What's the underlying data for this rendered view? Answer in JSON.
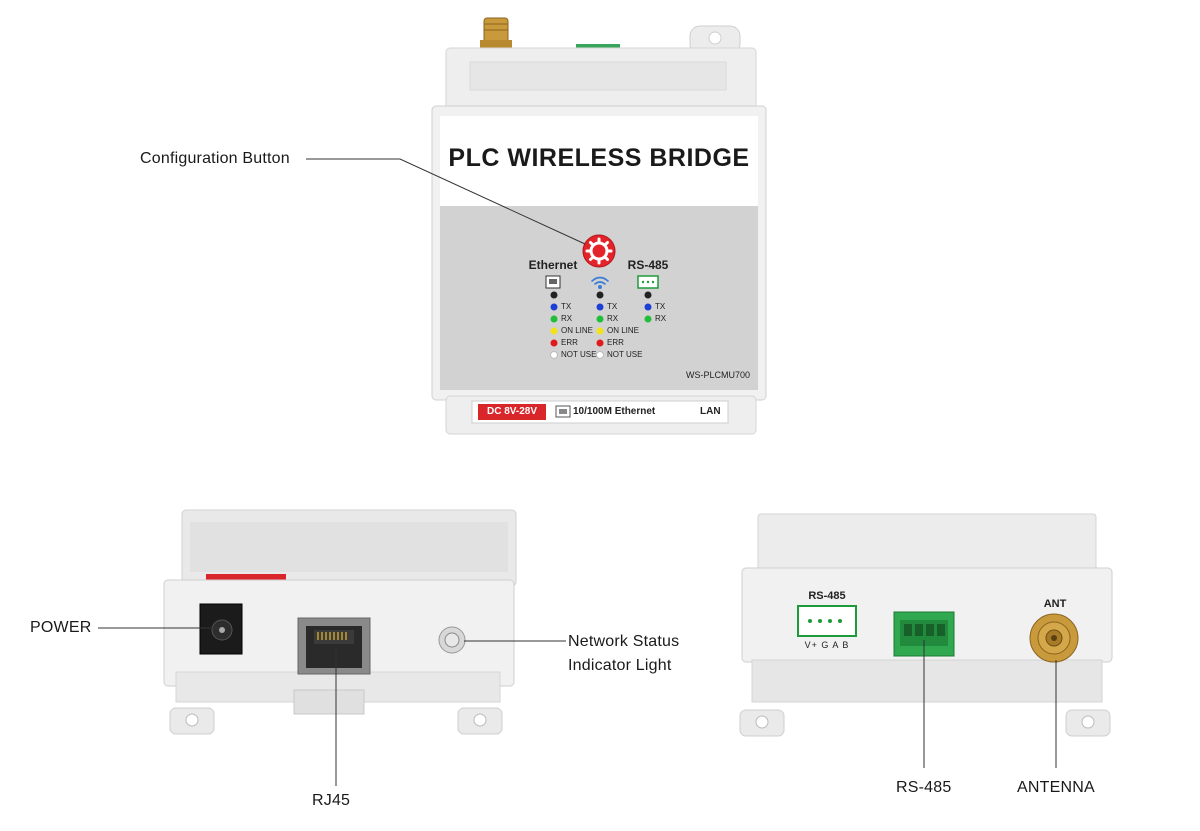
{
  "front_device": {
    "title": "PLC WIRELESS BRIDGE",
    "model": "WS-PLCMU700",
    "columns": [
      {
        "label": "Ethernet",
        "icon": "ethernet-port-icon"
      },
      {
        "label": "",
        "icon": "wifi-icon"
      },
      {
        "label": "RS-485",
        "icon": "rs485-connector-icon"
      }
    ],
    "leds": {
      "tx": "TX",
      "rx": "RX",
      "online": "ON LINE",
      "err": "ERR",
      "not_use": "NOT USE"
    },
    "strip": {
      "power": "DC 8V-28V",
      "ethernet": "10/100M Ethernet",
      "lan": "LAN"
    }
  },
  "back_device": {
    "rs485_label": "RS-485",
    "pins": "V+ G A B",
    "ant_label": "ANT"
  },
  "callouts": {
    "configuration_button": "Configuration Button",
    "power": "POWER",
    "network_status_line1": "Network Status",
    "network_status_line2": "Indicator Light",
    "rj45": "RJ45",
    "rs485": "RS-485",
    "antenna": "ANTENNA"
  },
  "colors": {
    "housing": "#eeeeee",
    "panel_gray": "#d2d2d2",
    "button_red": "#e3242b",
    "tx_blue": "#1d3fd6",
    "rx_green": "#1fbf3a",
    "online_yellow": "#f2e21a",
    "err_red": "#e01a1a",
    "terminal_green": "#2fa84f",
    "brass": "#c89a3c"
  }
}
